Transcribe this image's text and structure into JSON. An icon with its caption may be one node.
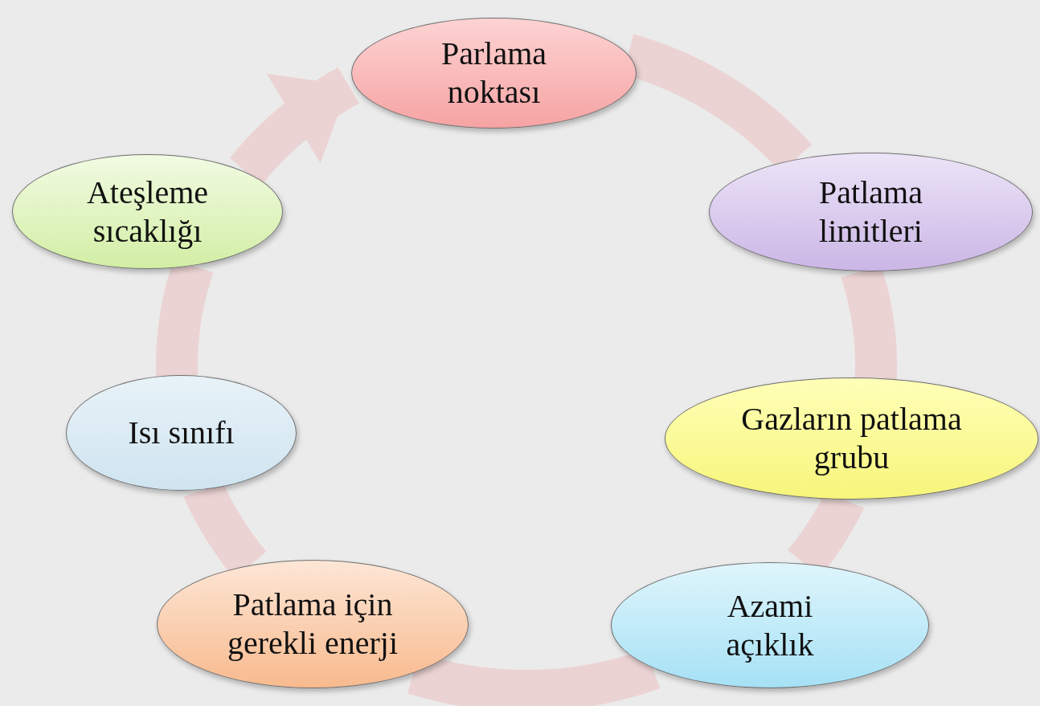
{
  "diagram": {
    "nodes": [
      {
        "text": [
          "Parlama noktası"
        ]
      },
      {
        "text": [
          "Patlama limitleri"
        ]
      },
      {
        "text": [
          "Gazların patlama grubu"
        ]
      },
      {
        "text": [
          "Azami açıklık"
        ]
      },
      {
        "text": [
          "Patlama için gerekli enerji"
        ]
      },
      {
        "text": [
          "Isı sınıfı"
        ]
      },
      {
        "text": [
          "Ateşleme sıcaklığı"
        ]
      }
    ],
    "edges": [
      {
        "from": 0,
        "to": 1,
        "arrow": "none"
      },
      {
        "from": 1,
        "to": 2,
        "arrow": "none"
      },
      {
        "from": 2,
        "to": 3,
        "arrow": "none"
      },
      {
        "from": 3,
        "to": 4,
        "arrow": "none"
      },
      {
        "from": 4,
        "to": 5,
        "arrow": "none"
      },
      {
        "from": 5,
        "to": 6,
        "arrow": "none"
      },
      {
        "from": 6,
        "to": 0,
        "arrow": "to"
      }
    ]
  }
}
